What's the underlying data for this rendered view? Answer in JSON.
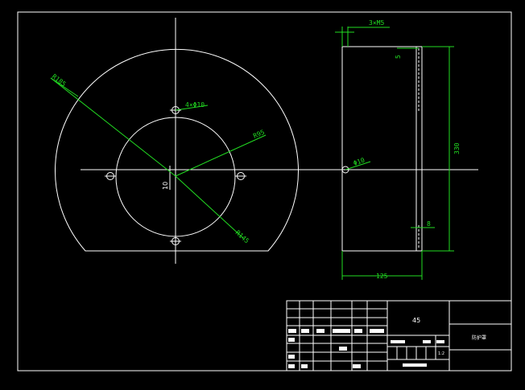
{
  "drawing": {
    "colors": {
      "background": "#000000",
      "geometry": "#ffffff",
      "dimension": "#22dd22",
      "border": "#ffffff"
    },
    "front_view": {
      "outer_dia_label": "R185",
      "bolt_hole_label": "4×Φ10",
      "inner_dia_label": "R95",
      "chord_label": "R145",
      "offset_label": "10"
    },
    "side_view": {
      "thread_label": "3×M5",
      "top_offset_label": "5",
      "hole_label": "Φ10",
      "height_label": "330",
      "thickness_label": "8",
      "width_label": "125"
    },
    "title_block": {
      "material": "45",
      "part_name": "防护罩",
      "scale": "1:2"
    }
  }
}
